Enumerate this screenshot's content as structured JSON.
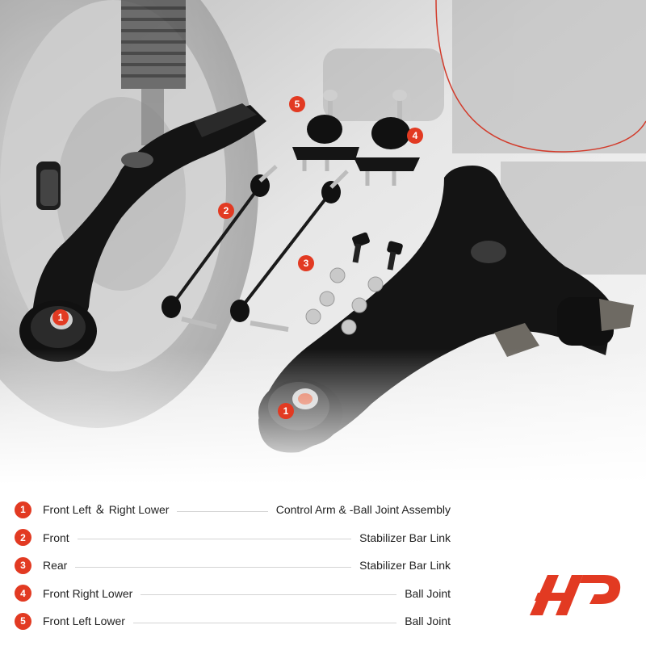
{
  "badges": [
    "1",
    "1",
    "2",
    "3",
    "4",
    "5"
  ],
  "legend": [
    {
      "num": "1",
      "left": "Front Left ＆ Right Lower",
      "right": "Control Arm & -Ball Joint Assembly"
    },
    {
      "num": "2",
      "left": "Front",
      "right": "Stabilizer Bar Link"
    },
    {
      "num": "3",
      "left": "Rear",
      "right": "Stabilizer Bar Link"
    },
    {
      "num": "4",
      "left": "Front Right Lower",
      "right": "Ball Joint"
    },
    {
      "num": "5",
      "left": "Front Left Lower",
      "right": "Ball Joint"
    }
  ],
  "colors": {
    "accent": "#e23a22",
    "part": "#141414",
    "background": "#e8e8e8"
  }
}
